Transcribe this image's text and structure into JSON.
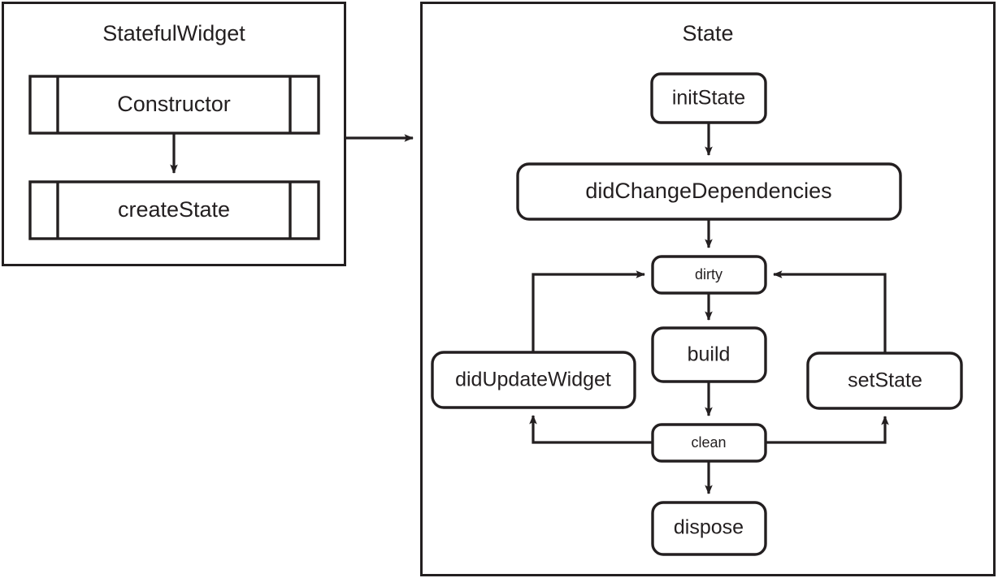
{
  "diagram": {
    "title_visible": false,
    "colors": {
      "ink": "#231f20",
      "background": "#ffffff"
    },
    "panels": [
      {
        "id": "stateful-widget",
        "title": "StatefulWidget",
        "nodes": [
          {
            "id": "constructor",
            "label": "Constructor",
            "shape": "procedure"
          },
          {
            "id": "create-state",
            "label": "createState",
            "shape": "procedure"
          }
        ],
        "edges": [
          {
            "from": "constructor",
            "to": "create-state"
          }
        ]
      },
      {
        "id": "state",
        "title": "State",
        "nodes": [
          {
            "id": "init-state",
            "label": "initState",
            "shape": "rounded"
          },
          {
            "id": "did-change-dependencies",
            "label": "didChangeDependencies",
            "shape": "rounded"
          },
          {
            "id": "dirty",
            "label": "dirty",
            "shape": "rounded"
          },
          {
            "id": "build",
            "label": "build",
            "shape": "rounded"
          },
          {
            "id": "did-update-widget",
            "label": "didUpdateWidget",
            "shape": "rounded"
          },
          {
            "id": "set-state",
            "label": "setState",
            "shape": "rounded"
          },
          {
            "id": "clean",
            "label": "clean",
            "shape": "rounded"
          },
          {
            "id": "dispose",
            "label": "dispose",
            "shape": "rounded"
          }
        ],
        "edges": [
          {
            "from": "init-state",
            "to": "did-change-dependencies"
          },
          {
            "from": "did-change-dependencies",
            "to": "dirty"
          },
          {
            "from": "dirty",
            "to": "build"
          },
          {
            "from": "build",
            "to": "clean"
          },
          {
            "from": "clean",
            "to": "dispose"
          },
          {
            "from": "clean",
            "to": "did-update-widget"
          },
          {
            "from": "did-update-widget",
            "to": "dirty"
          },
          {
            "from": "clean",
            "to": "set-state"
          },
          {
            "from": "set-state",
            "to": "dirty"
          }
        ]
      }
    ],
    "cross_panel_edges": [
      {
        "from": "stateful-widget",
        "to": "state"
      }
    ]
  }
}
